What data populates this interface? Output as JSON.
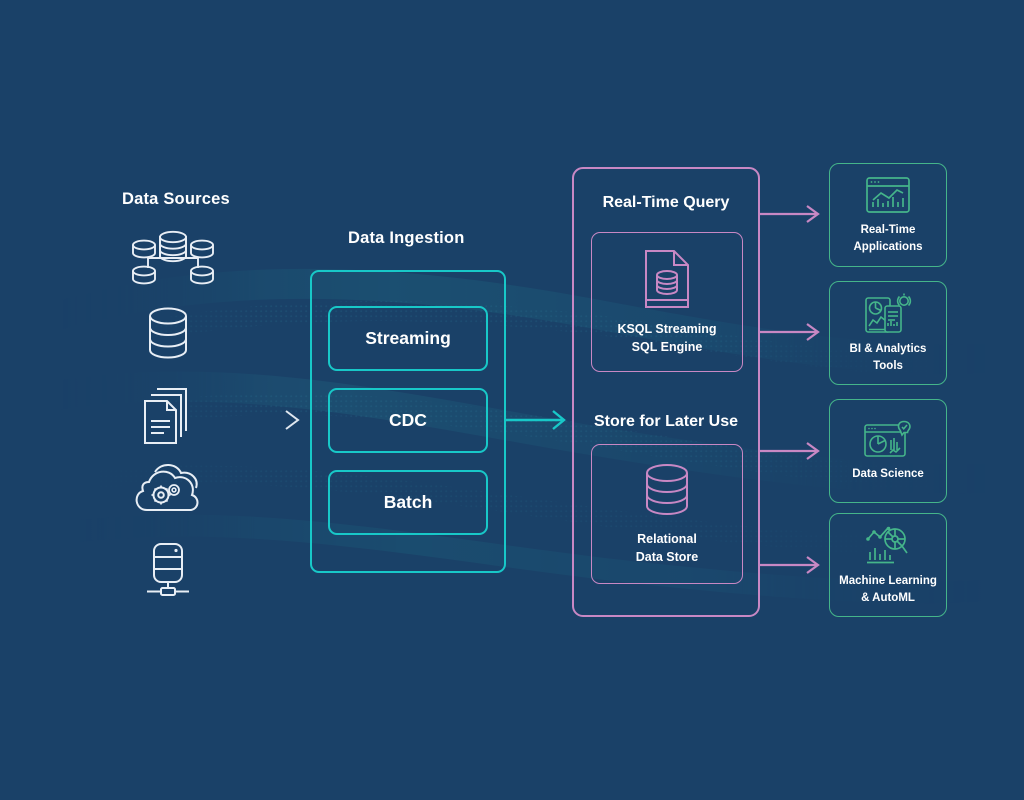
{
  "theme": {
    "background": "#1a4168",
    "ingest_accent": "#18c8c8",
    "center_accent": "#c888c4",
    "output_accent": "#45b58a",
    "text": "#ffffff",
    "source_icon": "#e8eef5",
    "source_arrow": "#dfe7ef"
  },
  "sections": {
    "data_sources_title": "Data Sources",
    "data_ingestion_title": "Data Ingestion"
  },
  "data_sources": [
    {
      "name": "distributed-database-cluster-icon",
      "icon": "database-cluster"
    },
    {
      "name": "database-icon",
      "icon": "database-cylinder"
    },
    {
      "name": "documents-icon",
      "icon": "document-stack"
    },
    {
      "name": "cloud-services-icon",
      "icon": "cloud-gears"
    },
    {
      "name": "server-node-icon",
      "icon": "server-network"
    }
  ],
  "ingestion": {
    "items": [
      {
        "label": "Streaming"
      },
      {
        "label": "CDC"
      },
      {
        "label": "Batch"
      }
    ]
  },
  "center": {
    "groups": [
      {
        "heading": "Real-Time Query",
        "card": {
          "title_line1": "KSQL Streaming",
          "title_line2": "SQL Engine",
          "icon": "document-database-icon"
        }
      },
      {
        "heading": "Store for Later Use",
        "card": {
          "title_line1": "Relational",
          "title_line2": "Data Store",
          "icon": "database-cylinder-icon"
        }
      }
    ]
  },
  "outputs": [
    {
      "line1": "Real-Time",
      "line2": "Applications",
      "icon": "dashboard-chart-icon"
    },
    {
      "line1": "BI & Analytics",
      "line2": "Tools",
      "icon": "tablet-phone-analytics-icon"
    },
    {
      "line1": "Data Science",
      "line2": "",
      "icon": "browser-pie-insight-icon"
    },
    {
      "line1": "Machine Learning",
      "line2": "& AutoML",
      "icon": "magnifier-model-icon"
    }
  ],
  "connectors": {
    "sources_to_ingestion": "arrow-right",
    "ingestion_to_center": "arrow-right",
    "center_to_outputs": "arrow-right"
  }
}
